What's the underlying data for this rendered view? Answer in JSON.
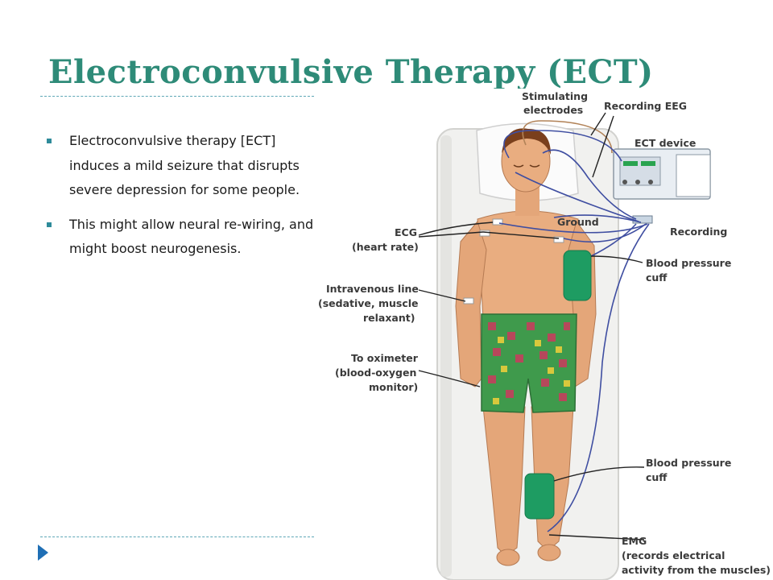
{
  "slide": {
    "title": "Electroconvulsive Therapy (ECT)",
    "bullets": [
      "Electroconvulsive therapy [ECT] induces a mild seizure that disrupts severe depression for some people.",
      "This might allow neural re-wiring, and might boost neurogenesis."
    ],
    "accent_color": "#2e8b78",
    "rule_color": "#5ea7b6",
    "arrow_color": "#1f6fb5"
  },
  "figure": {
    "labels": {
      "stimulating_1": "Stimulating",
      "stimulating_2": "electrodes",
      "recording_eeg": "Recording EEG",
      "ect_device": "ECT device",
      "ground": "Ground",
      "recording": "Recording",
      "ecg_1": "ECG",
      "ecg_2": "(heart rate)",
      "bp_upper_1": "Blood pressure",
      "bp_upper_2": "cuff",
      "iv_1": "Intravenous line",
      "iv_2": "(sedative, muscle",
      "iv_3": "relaxant)",
      "ox_1": "To oximeter",
      "ox_2": "(blood-oxygen",
      "ox_3": "monitor)",
      "bp_lower_1": "Blood pressure",
      "bp_lower_2": "cuff",
      "emg_1": "EMG",
      "emg_2": "(records electrical",
      "emg_3": "activity from the muscles)"
    }
  }
}
